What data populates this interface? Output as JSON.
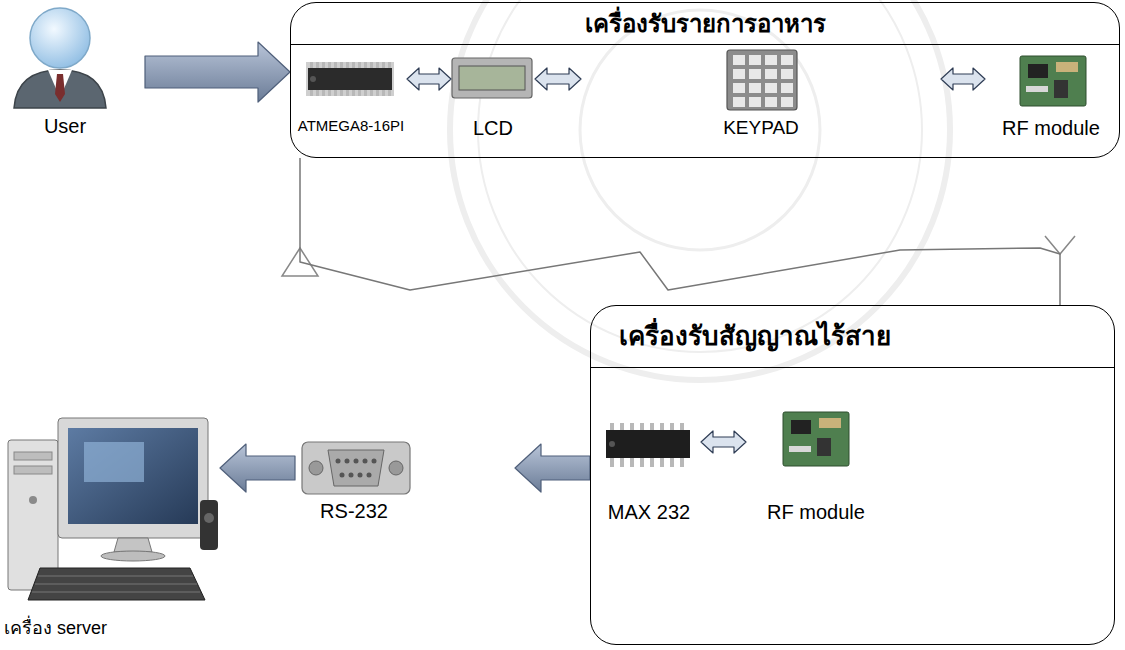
{
  "diagram": {
    "nodes": [
      {
        "text": [
          "User"
        ]
      },
      {
        "text": [
          "เครื่องรับรายการอาหาร"
        ]
      },
      {
        "text": [
          "ATMEGA8-16PI"
        ],
        "in": 1
      },
      {
        "text": [
          "LCD"
        ],
        "in": 1
      },
      {
        "text": [
          "KEYPAD"
        ],
        "in": 1
      },
      {
        "text": [
          "RF module"
        ],
        "in": 1
      },
      {
        "text": [
          "เครื่องรับสัญญาณไร้สาย"
        ]
      },
      {
        "text": [
          "MAX 232"
        ],
        "in": 6
      },
      {
        "text": [
          "RF module"
        ],
        "in": 6
      },
      {
        "text": [
          "RS-232"
        ]
      },
      {
        "text": [
          "เครื่อง server"
        ]
      }
    ],
    "edges": [
      {
        "from": 0,
        "to": 1,
        "arrow": "to"
      },
      {
        "from": 2,
        "to": 3,
        "arrow": "both"
      },
      {
        "from": 3,
        "to": 4,
        "arrow": "both"
      },
      {
        "from": 4,
        "to": 5,
        "arrow": "both"
      },
      {
        "from": 1,
        "to": 6,
        "arrow": "none"
      },
      {
        "from": 7,
        "to": 8,
        "arrow": "both"
      },
      {
        "from": 6,
        "to": 9,
        "arrow": "to"
      },
      {
        "from": 9,
        "to": 10,
        "arrow": "to"
      }
    ]
  }
}
